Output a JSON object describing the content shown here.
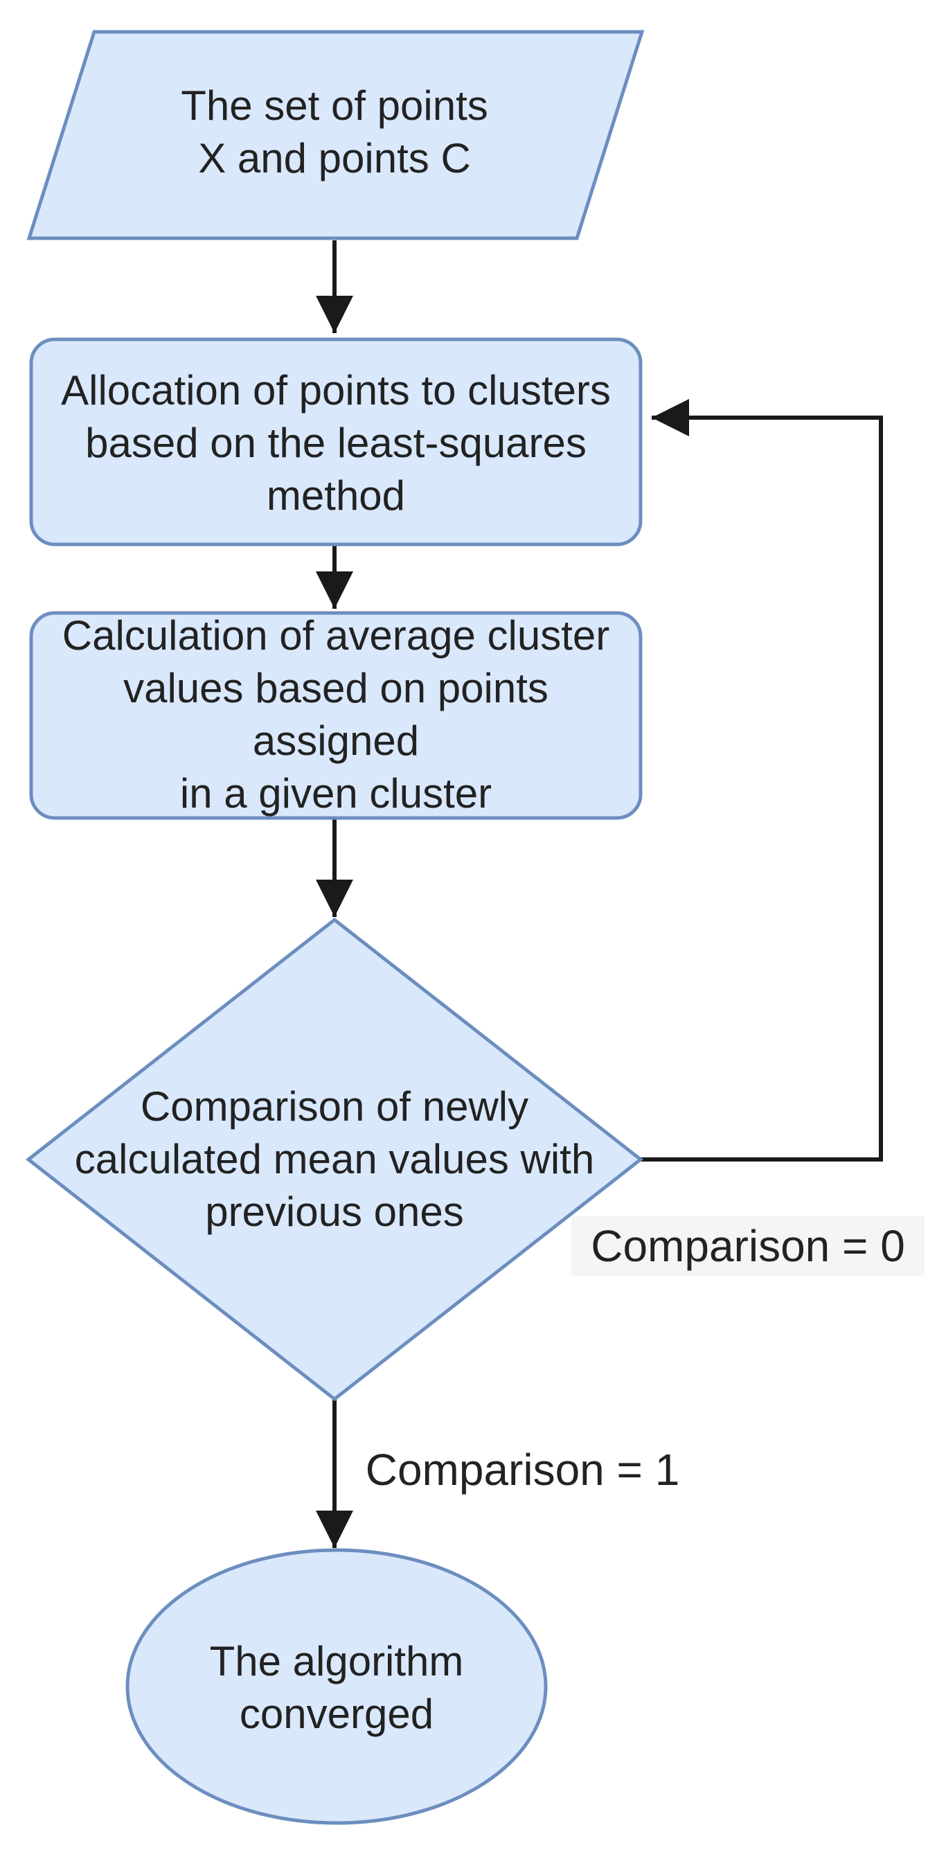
{
  "colors": {
    "node_fill": "#dae8fc",
    "node_border": "#6c8ebf",
    "edge": "#1a1a1a",
    "text": "#222222",
    "label_bg": "#f5f5f5",
    "canvas": "#ffffff"
  },
  "nodes": {
    "input": {
      "shape": "parallelogram",
      "lines": [
        "The set of points",
        "X and points C"
      ]
    },
    "allocation": {
      "shape": "rounded-rect",
      "lines": [
        "Allocation of points to clusters",
        "based on the least-squares",
        "method"
      ]
    },
    "calculation": {
      "shape": "rounded-rect",
      "lines": [
        "Calculation of average cluster",
        "values based on points assigned",
        "in a given cluster"
      ]
    },
    "comparison": {
      "shape": "diamond",
      "lines": [
        "Comparison of newly",
        "calculated mean values with",
        "previous ones"
      ]
    },
    "converged": {
      "shape": "ellipse",
      "lines": [
        "The algorithm",
        "converged"
      ]
    }
  },
  "edge_labels": {
    "loop": "Comparison = 0",
    "done": "Comparison = 1"
  }
}
